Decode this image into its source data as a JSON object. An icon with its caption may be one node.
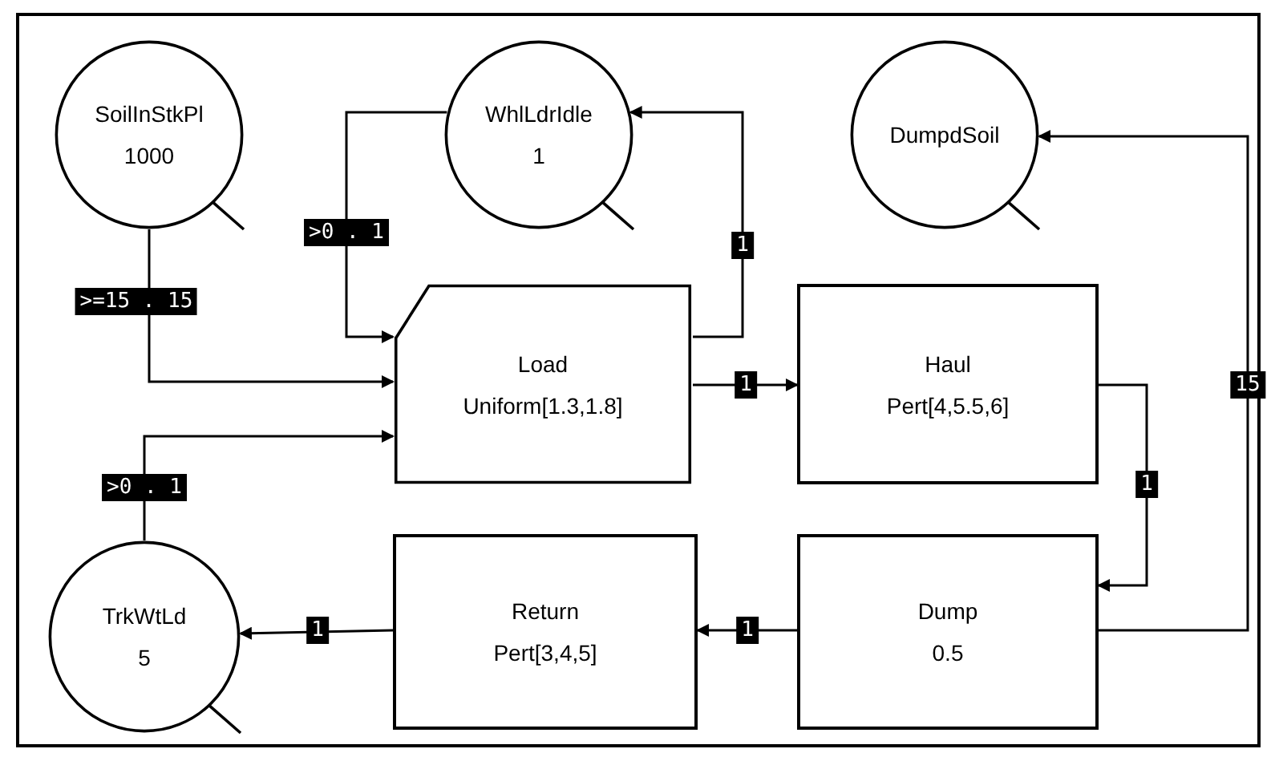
{
  "diagram": {
    "nodes": [
      {
        "text": [
          "SoilInStkPl",
          "1000"
        ]
      },
      {
        "text": [
          "WhlLdrIdle",
          "1"
        ]
      },
      {
        "text": [
          "DumpdSoil"
        ]
      },
      {
        "text": [
          "Load",
          "Uniform[1.3,1.8]"
        ]
      },
      {
        "text": [
          "Haul",
          "Pert[4,5.5,6]"
        ]
      },
      {
        "text": [
          "TrkWtLd",
          "5"
        ]
      },
      {
        "text": [
          "Return",
          "Pert[3,4,5]"
        ]
      },
      {
        "text": [
          "Dump",
          "0.5"
        ]
      }
    ],
    "edges": [
      {
        "from": 0,
        "to": 3,
        "arrow": "to",
        "label": ">=15 . 15"
      },
      {
        "from": 1,
        "to": 3,
        "arrow": "to",
        "label": ">0 . 1"
      },
      {
        "from": 5,
        "to": 3,
        "arrow": "to",
        "label": ">0 . 1"
      },
      {
        "from": 3,
        "to": 1,
        "arrow": "to",
        "label": "1"
      },
      {
        "from": 3,
        "to": 4,
        "arrow": "to",
        "label": "1"
      },
      {
        "from": 4,
        "to": 7,
        "arrow": "to",
        "label": "1"
      },
      {
        "from": 7,
        "to": 2,
        "arrow": "to",
        "label": "15"
      },
      {
        "from": 7,
        "to": 6,
        "arrow": "to",
        "label": "1"
      },
      {
        "from": 6,
        "to": 5,
        "arrow": "to",
        "label": "1"
      }
    ]
  }
}
